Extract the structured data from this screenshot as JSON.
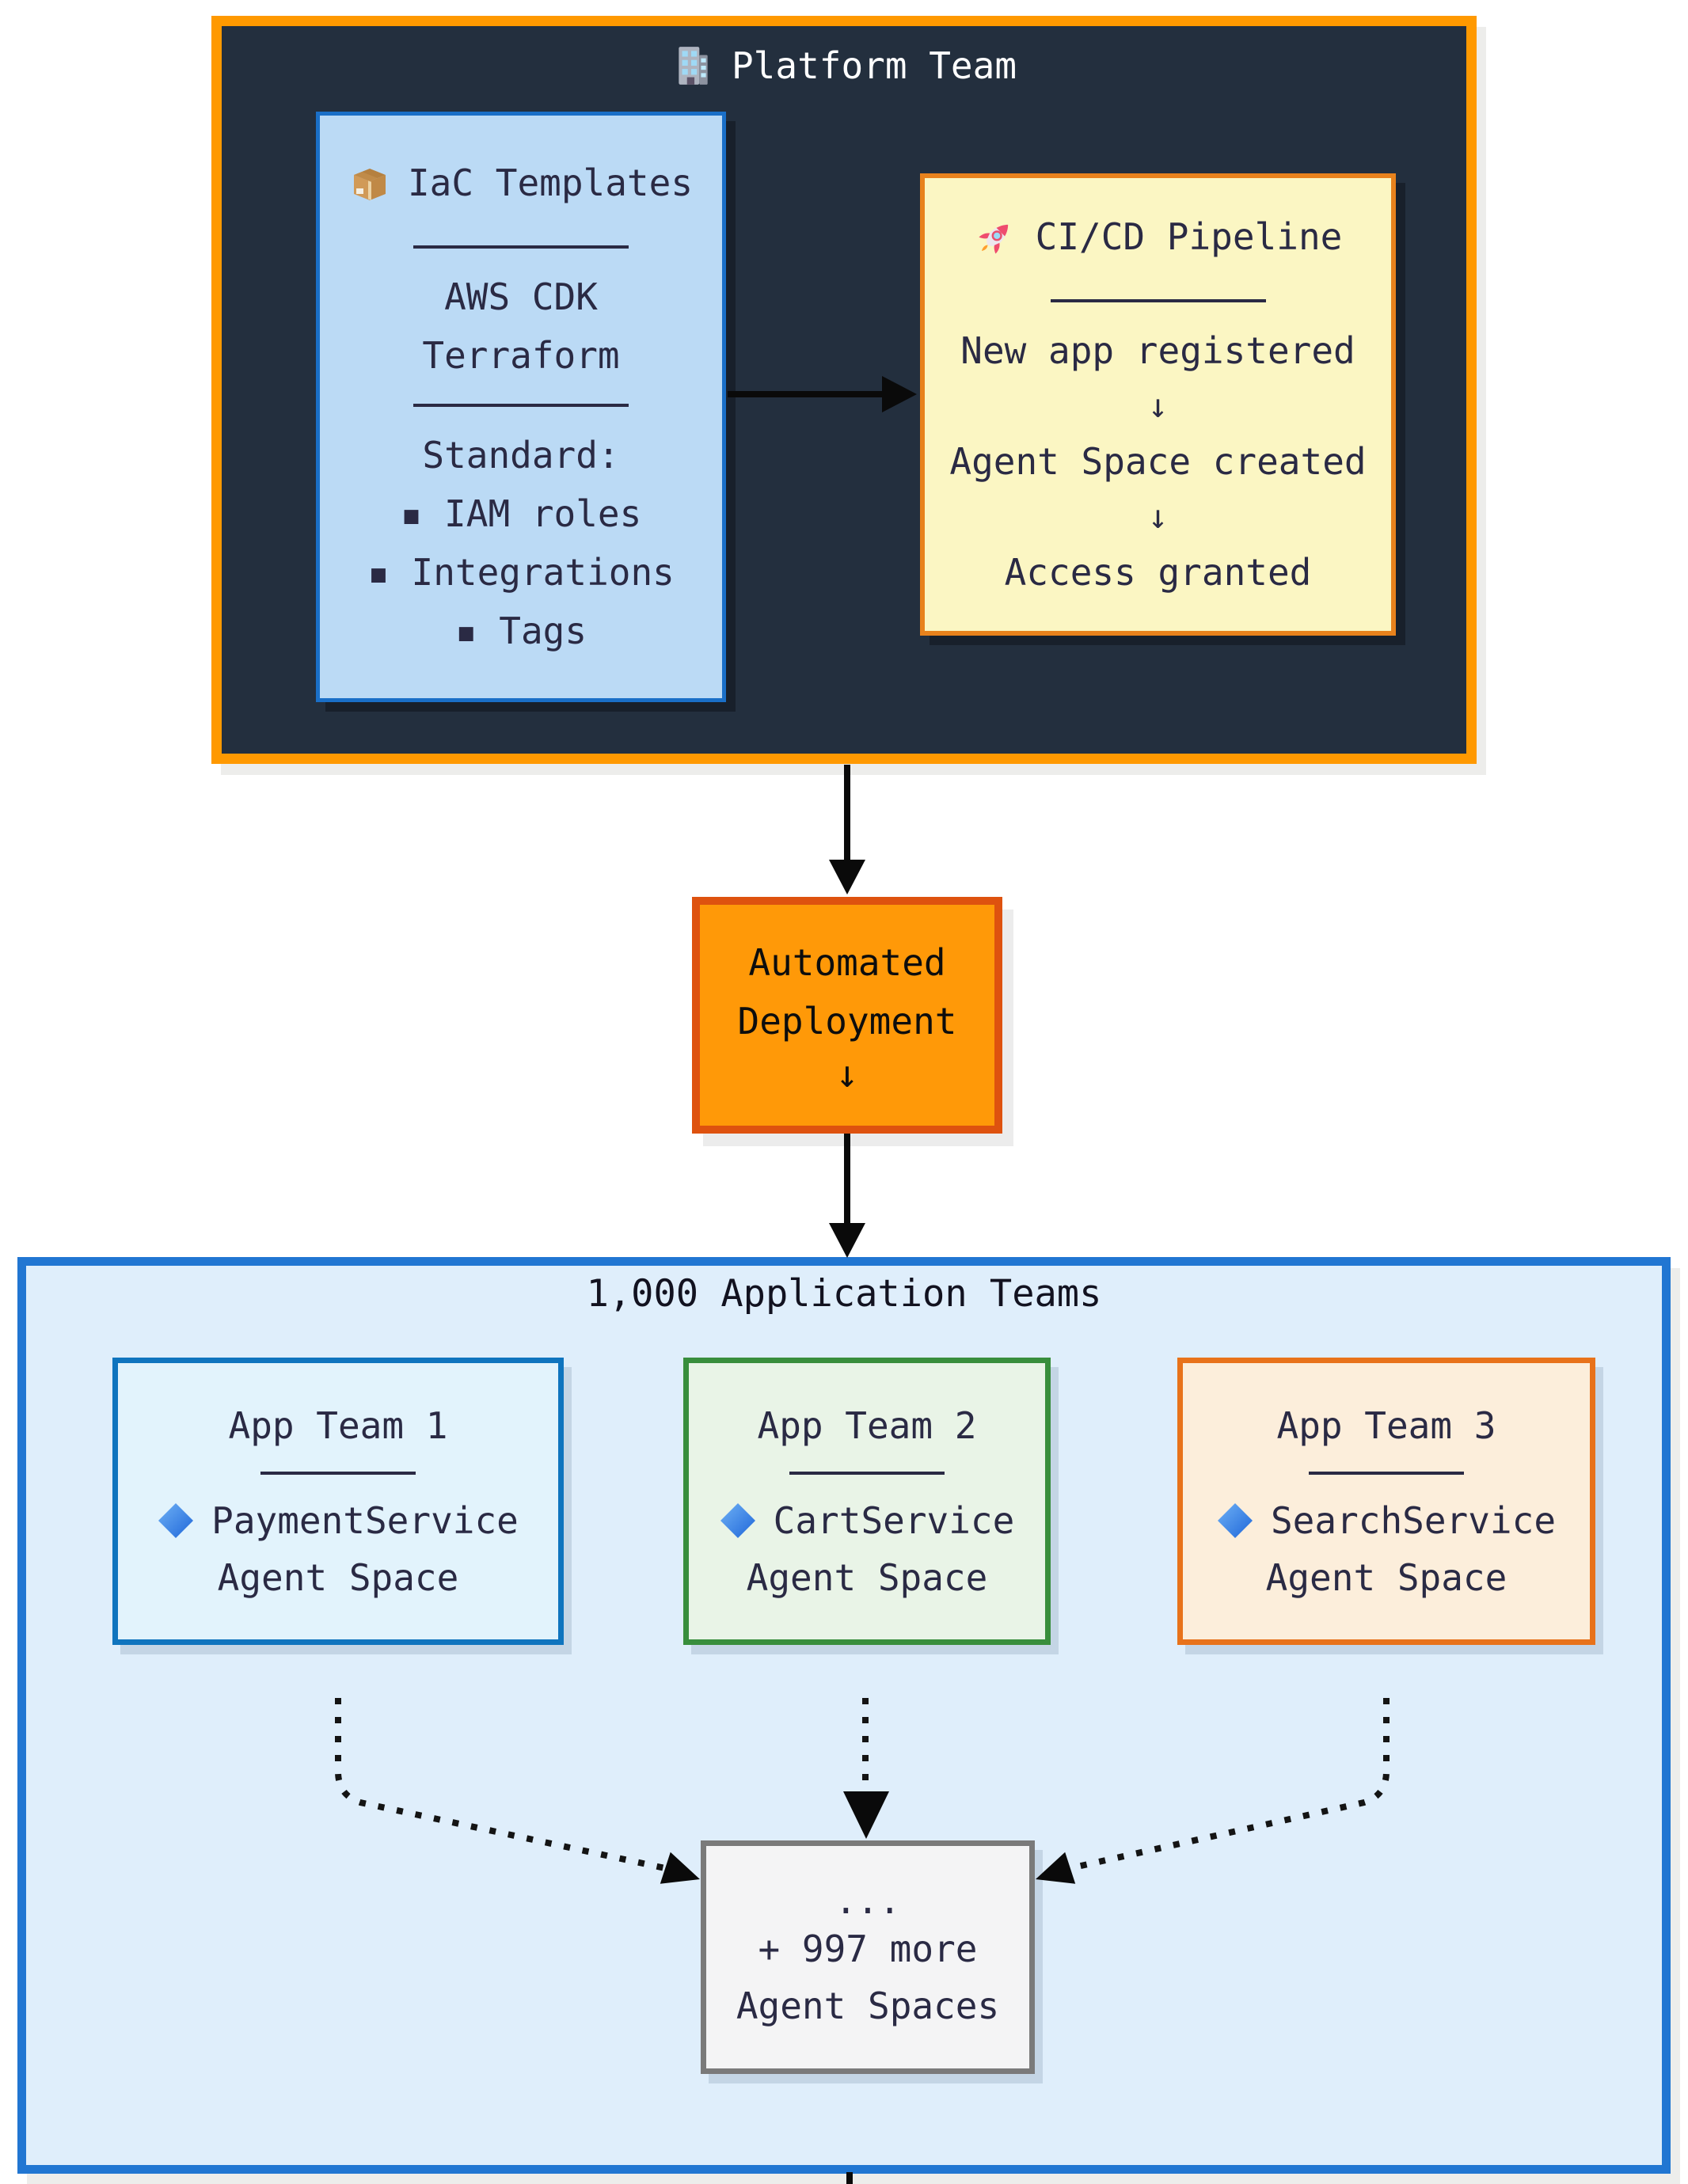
{
  "platform": {
    "title": "Platform Team",
    "iac": {
      "title": "IaC Templates",
      "tools": [
        "AWS CDK",
        "Terraform"
      ],
      "standards": [
        "Standard:",
        "▪ IAM roles",
        "▪ Integrations",
        "▪ Tags"
      ]
    },
    "cicd": {
      "title": "CI/CD Pipeline",
      "steps": [
        "New app registered",
        "↓",
        "Agent Space created",
        "↓",
        "Access granted"
      ]
    }
  },
  "deployment": {
    "line1": "Automated",
    "line2": "Deployment",
    "arrow_glyph": "↓"
  },
  "teams": {
    "title": "1,000 Application Teams",
    "cards": [
      {
        "title": "App Team 1",
        "service": "PaymentService",
        "space": "Agent Space"
      },
      {
        "title": "App Team 2",
        "service": "CartService",
        "space": "Agent Space"
      },
      {
        "title": "App Team 3",
        "service": "SearchService",
        "space": "Agent Space"
      }
    ],
    "more": {
      "dots": "...",
      "line1": "+ 997 more",
      "line2": "Agent Spaces"
    }
  },
  "colors": {
    "platform_bg": "#232F3E",
    "platform_border": "#FF9900",
    "iac_fill": "#BBDAF5",
    "iac_border": "#1A6FC7",
    "cicd_fill": "#FBF6C3",
    "cicd_border": "#E8821C",
    "deploy_fill": "#FF9908",
    "deploy_border": "#DE520F",
    "teams_fill": "#DFEEFB",
    "teams_border": "#2176D2",
    "team1_fill": "#E2F3FC",
    "team1_border": "#0F74BE",
    "team2_fill": "#E9F4E7",
    "team2_border": "#388E3C",
    "team3_fill": "#FCEEDB",
    "team3_border": "#E8721A",
    "more_fill": "#F4F4F5",
    "more_border": "#7A7A7A",
    "text": "#2A2A44",
    "arrow": "#0A0A0A"
  }
}
